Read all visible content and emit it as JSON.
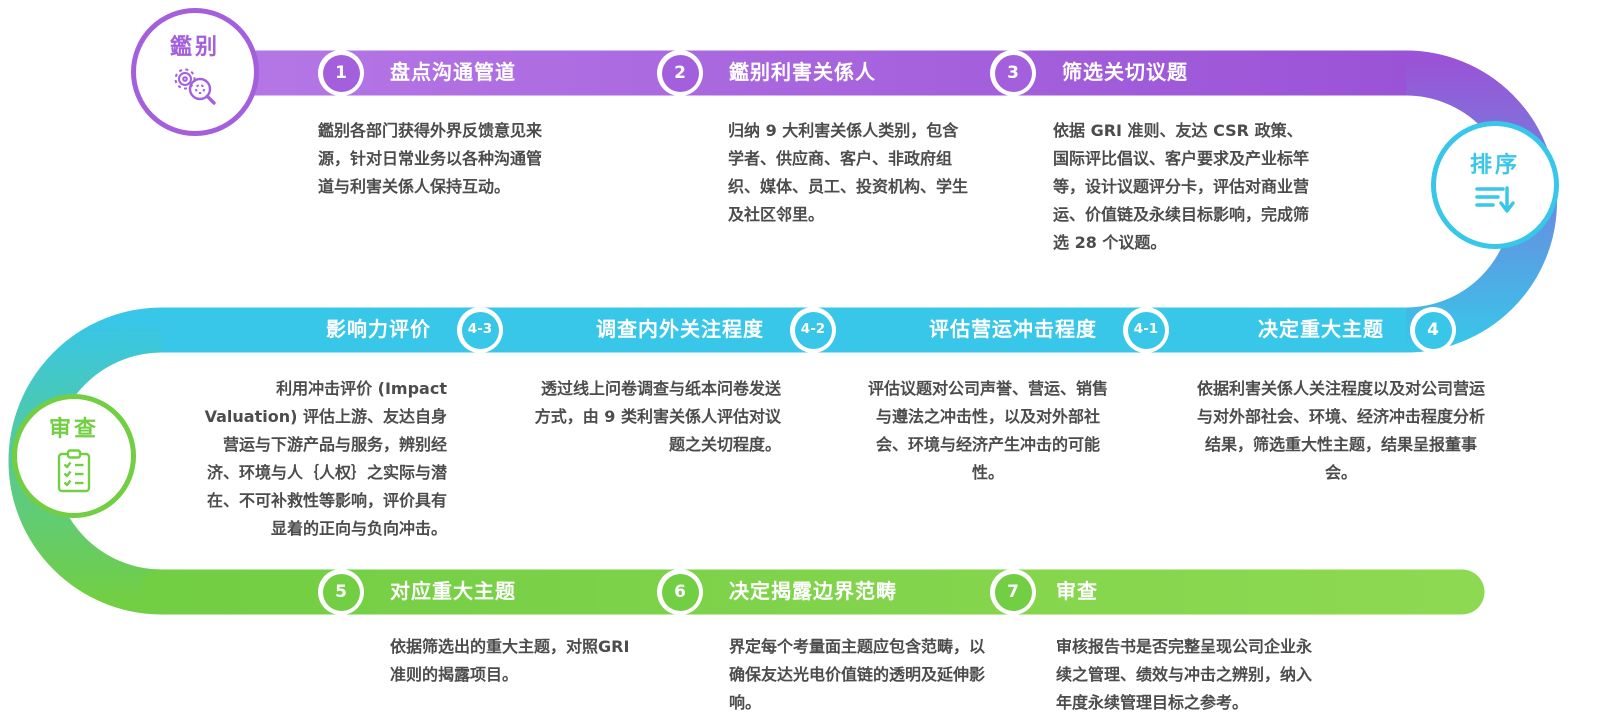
{
  "colors": {
    "purple": "#a45fdc",
    "cyan": "#38c6e9",
    "green": "#72ce43"
  },
  "badges": {
    "identify": {
      "label": "鑑别",
      "icon": "magnifier-gear-icon"
    },
    "rank": {
      "label": "排序",
      "icon": "sort-descending-icon"
    },
    "review": {
      "label": "审查",
      "icon": "checklist-clipboard-icon"
    }
  },
  "phases": {
    "top": {
      "steps": [
        {
          "number": "1",
          "title": "盘点沟通管道",
          "description": "鑑别各部门获得外界反馈意见来源，针对日常业务以各种沟通管道与利害关係人保持互动。"
        },
        {
          "number": "2",
          "title": "鑑别利害关係人",
          "description": "归纳 9 大利害关係人类别，包含学者、供应商、客户、非政府组织、媒体、员工、投资机构、学生及社区邻里。"
        },
        {
          "number": "3",
          "title": "筛选关切议题",
          "description": "依据 GRI 准则、友达 CSR 政策、国际评比倡议、客户要求及产业标竿等，设计议题评分卡，评估对商业营运、价值链及永续目标影响，完成筛选 28 个议题。"
        }
      ]
    },
    "middle": {
      "steps": [
        {
          "number": "4-3",
          "title": "影响力评价",
          "description": "利用冲击评价 (Impact Valuation) 评估上游、友达自身营运与下游产品与服务，辨别经济、环境与人｛人权｝之实际与潜在、不可补救性等影响，评价具有显着的正向与负向冲击。"
        },
        {
          "number": "4-2",
          "title": "调查内外关注程度",
          "description": "透过线上问卷调查与纸本问卷发送方式，由 9 类利害关係人评估对议题之关切程度。"
        },
        {
          "number": "4-1",
          "title": "评估营运冲击程度",
          "description": "评估议题对公司声誉、营运、销售与遵法之冲击性，以及对外部社会、环境与经济产生冲击的可能性。"
        },
        {
          "number": "4",
          "title": "决定重大主题",
          "description": "依据利害关係人关注程度以及对公司营运与对外部社会、环境、经济冲击程度分析结果，筛选重大性主题，结果呈报董事会。"
        }
      ]
    },
    "bottom": {
      "steps": [
        {
          "number": "5",
          "title": "对应重大主题",
          "description": "依据筛选出的重大主题，对照GRI 准则的揭露项目。"
        },
        {
          "number": "6",
          "title": "决定揭露边界范畴",
          "description": "界定每个考量面主题应包含范畴，以确保友达光电价值链的透明及延伸影响。"
        },
        {
          "number": "7",
          "title": "审查",
          "description": "审核报告书是否完整呈现公司企业永续之管理、绩效与冲击之辨别，纳入年度永续管理目标之参考。"
        }
      ]
    }
  }
}
